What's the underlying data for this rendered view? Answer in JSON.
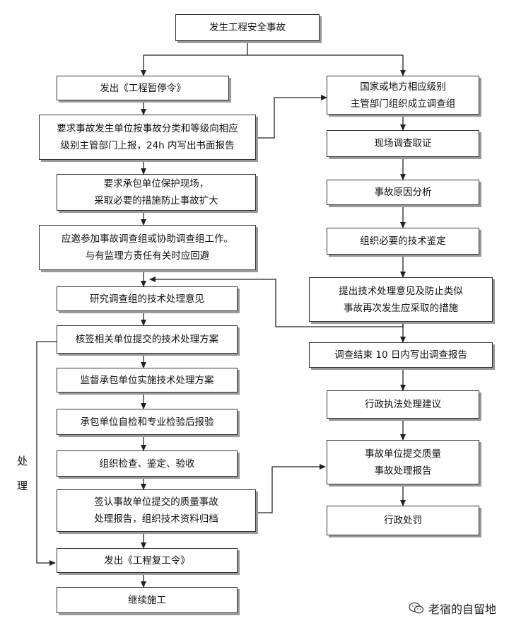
{
  "flow": {
    "start": "发生工程安全事故",
    "left": [
      "发出《工程暂停令》",
      "要求事故发生单位按事故分类和等级向相应\n级别主管部门上报，24h 内写出书面报告",
      "要求承包单位保护现场，\n采取必要的措施防止事故扩大",
      "应邀参加事故调查组或协助调查组工作。\n与有监理方责任有关时应回避",
      "研究调查组的技术处理意见",
      "核签相关单位提交的技术处理方案",
      "监督承包单位实施技术处理方案",
      "承包单位自检和专业检验后报验",
      "组织检查、鉴定、验收",
      "签认事故单位提交的质量事故\n处理报告，组织技术资料归档",
      "发出《工程复工令》",
      "继续施工"
    ],
    "right": [
      "国家或地方相应级别\n主管部门组织成立调查组",
      "现场调查取证",
      "事故原因分析",
      "组织必要的技术鉴定",
      "提出技术处理意见及防止类似\n事故再次发生应采取的措施",
      "调查结束 10 日内写出调查报告",
      "行政执法处理建议",
      "事故单位提交质量\n事故处理报告",
      "行政处罚"
    ],
    "side_label": [
      "处",
      "理"
    ]
  },
  "watermark": "老宿的自留地"
}
